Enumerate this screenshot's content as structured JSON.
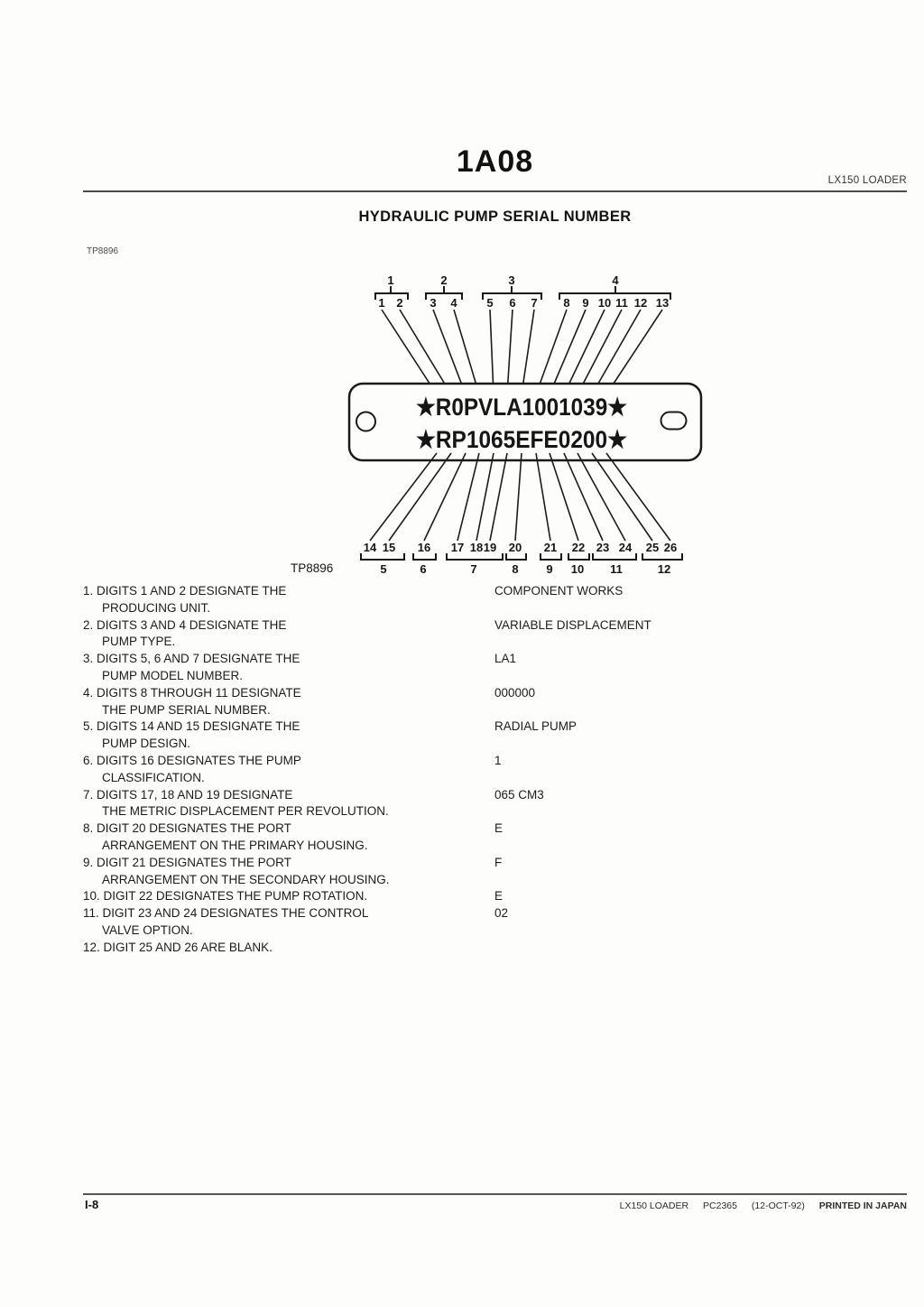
{
  "page": {
    "section_code": "1A08",
    "model_header": "LX150 LOADER",
    "title": "HYDRAULIC PUMP SERIAL NUMBER",
    "figure_ref": "TP8896"
  },
  "diagram": {
    "figure_ref": "TP8896",
    "plate_line1": "★R0PVLA1001039★",
    "plate_line2": "★RP1065EFE0200★",
    "top_group_labels": [
      "1",
      "2",
      "3",
      "4"
    ],
    "top_digits": [
      "1",
      "2",
      "3",
      "4",
      "5",
      "6",
      "7",
      "8",
      "9",
      "10",
      "11",
      "12",
      "13"
    ],
    "bottom_digits": [
      "14",
      "15",
      "16",
      "17",
      "18",
      "19",
      "20",
      "21",
      "22",
      "23",
      "24",
      "25",
      "26"
    ],
    "bottom_group_labels": [
      "5",
      "6",
      "7",
      "8",
      "9",
      "10",
      "11",
      "12"
    ]
  },
  "legend": {
    "items": [
      {
        "num": "1.",
        "line1": "DIGITS 1 AND 2 DESIGNATE THE",
        "line2": "PRODUCING UNIT.",
        "value": "COMPONENT WORKS"
      },
      {
        "num": "2.",
        "line1": "DIGITS 3 AND 4 DESIGNATE THE",
        "line2": "PUMP TYPE.",
        "value": "VARIABLE DISPLACEMENT"
      },
      {
        "num": "3.",
        "line1": "DIGITS 5, 6 AND 7 DESIGNATE THE",
        "line2": "PUMP MODEL NUMBER.",
        "value": "LA1"
      },
      {
        "num": "4.",
        "line1": "DIGITS 8 THROUGH 11 DESIGNATE",
        "line2": "THE PUMP SERIAL NUMBER.",
        "value": "000000"
      },
      {
        "num": "5.",
        "line1": "DIGITS 14 AND 15 DESIGNATE THE",
        "line2": "PUMP DESIGN.",
        "value": "RADIAL PUMP"
      },
      {
        "num": "6.",
        "line1": "DIGITS 16 DESIGNATES THE PUMP",
        "line2": "CLASSIFICATION.",
        "value": "1"
      },
      {
        "num": "7.",
        "line1": "DIGITS 17, 18 AND 19 DESIGNATE",
        "line2": "THE METRIC DISPLACEMENT PER REVOLUTION.",
        "value": "065 CM3"
      },
      {
        "num": "8.",
        "line1": "DIGIT 20 DESIGNATES THE PORT",
        "line2": "ARRANGEMENT ON THE PRIMARY HOUSING.",
        "value": "E"
      },
      {
        "num": "9.",
        "line1": "DIGIT 21 DESIGNATES THE PORT",
        "line2": "ARRANGEMENT ON THE SECONDARY HOUSING.",
        "value": "F"
      },
      {
        "num": "10.",
        "line1": "DIGIT 22 DESIGNATES THE PUMP ROTATION.",
        "line2": "",
        "value": "E"
      },
      {
        "num": "11.",
        "line1": "DIGIT 23 AND 24 DESIGNATES THE CONTROL",
        "line2": "VALVE OPTION.",
        "value": "02"
      },
      {
        "num": "12.",
        "line1": "DIGIT 25 AND 26 ARE BLANK.",
        "line2": "",
        "value": ""
      }
    ]
  },
  "footer": {
    "page_number": "I-8",
    "right_parts": [
      "LX150 LOADER",
      "PC2365",
      "(12-OCT-92)",
      "PRINTED IN JAPAN"
    ]
  }
}
